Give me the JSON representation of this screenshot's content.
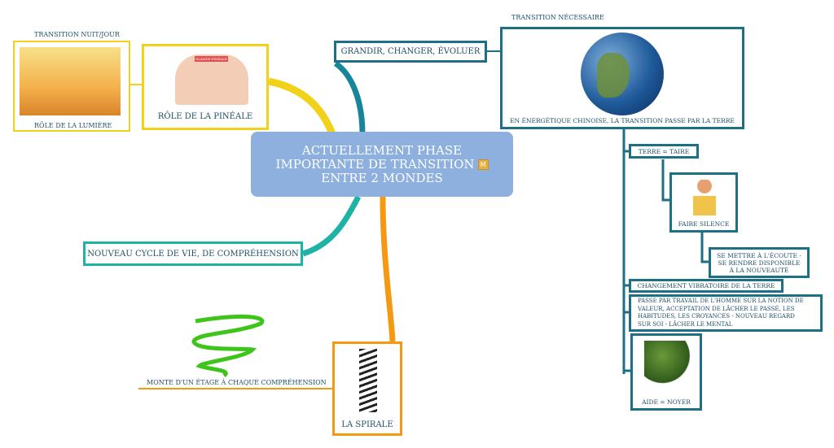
{
  "central": {
    "line1": "ACTUELLEMENT PHASE",
    "line2": "IMPORTANTE DE TRANSITION",
    "line3": "ENTRE 2 MONDES",
    "marker": "M"
  },
  "branches": {
    "pineale": {
      "label": "RÔLE DE LA PINÉALE",
      "child_caption_top": "TRANSITION NUIT/JOUR",
      "child_caption_bottom": "RÔLE DE LA LUMIÈRE",
      "image_text": "GLANDE PINÉALE"
    },
    "grandir": {
      "label": "GRANDIR, CHANGER, ÉVOLUER",
      "child_caption_top": "TRANSITION NÉCESSAIRE",
      "child_caption_bottom": "EN ÉNERGÉTIQUE CHINOISE, LA TRANSITION PASSE PAR LA TERRE",
      "children": {
        "terre": "TERRE = TAIRE",
        "silence": "FAIRE SILENCE",
        "ecoute": [
          "SE METTRE À L'ÉCOUTE -",
          "SE RENDRE DISPONIBLE",
          "À LA NOUVEAUTÉ"
        ],
        "changement": "CHANGEMENT VIBRATOIRE DE LA TERRE",
        "passe": [
          "PASSE PAR TRAVAIL DE L'HOMME SUR LA NOTION DE",
          "VALEUR, ACCEPTATION DE LÂCHER LE PASSÉ, LES",
          "HABITUDES, LES CROYANCES - NOUVEAU REGARD",
          "SUR SOI - LÂCHER LE MENTAL"
        ],
        "noyer": "AIDE = NOYER"
      }
    },
    "cycle": {
      "label": "NOUVEAU CYCLE DE VIE, DE COMPRÉHENSION"
    },
    "spirale": {
      "label": "LA SPIRALE",
      "child": "MONTE D'UN ÉTAGE À CHAQUE COMPRÉHENSION"
    }
  },
  "colors": {
    "yellow": "#f2d11a",
    "teal": "#17859a",
    "green": "#1fb3a5",
    "orange": "#f39a12",
    "central": "#8db0df"
  }
}
